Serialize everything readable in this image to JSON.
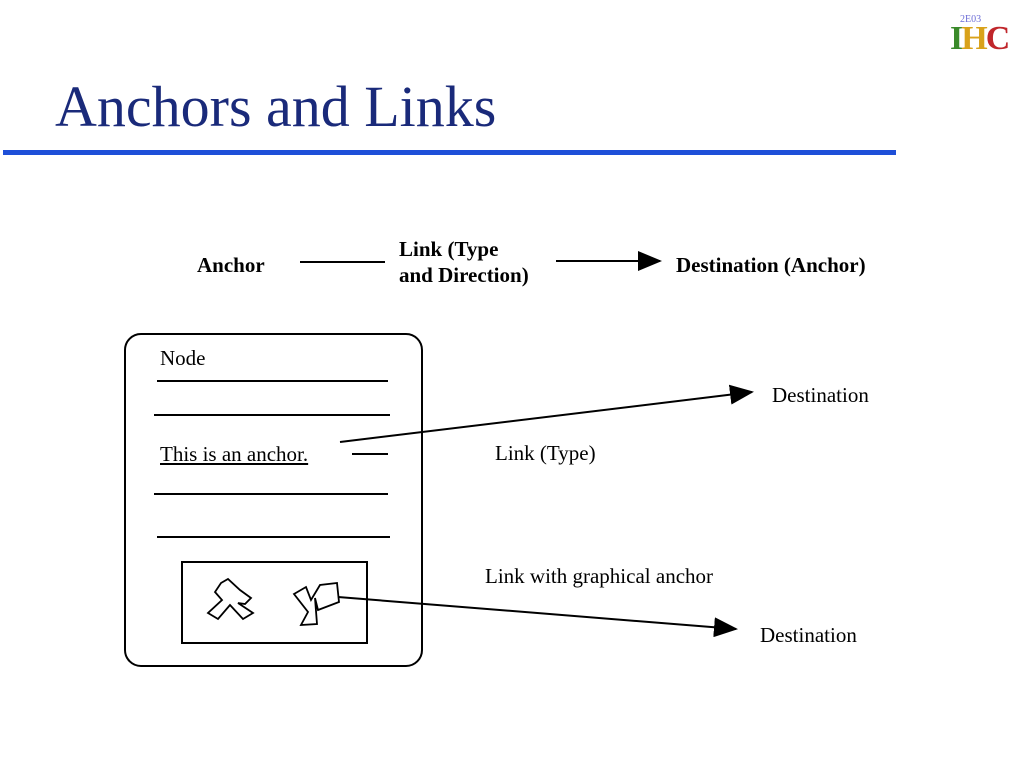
{
  "slide": {
    "title": "Anchors and Links",
    "logo": {
      "top_text": "2E03",
      "letters": [
        "I",
        "H",
        "C"
      ]
    }
  },
  "legend_row": {
    "anchor": "Anchor",
    "link_line1": "Link (Type",
    "link_line2": "and Direction)",
    "destination": "Destination (Anchor)"
  },
  "node": {
    "label": "Node",
    "anchor_text": "This is an anchor."
  },
  "text_link": {
    "label": "Link (Type)",
    "destination": "Destination"
  },
  "graphic_link": {
    "label": "Link with graphical anchor",
    "destination": "Destination"
  }
}
